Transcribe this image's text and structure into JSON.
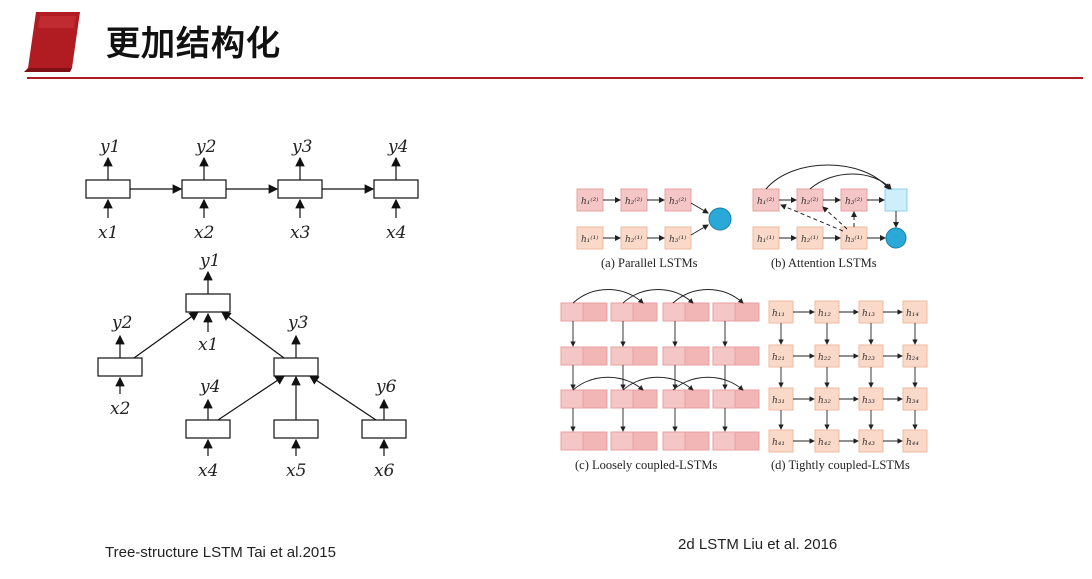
{
  "slide": {
    "title": "更加结构化",
    "caption_left": "Tree-structure LSTM Tai et al.2015",
    "caption_right": "2d LSTM Liu et al. 2016"
  },
  "tree_figure": {
    "chain": {
      "outputs": [
        "y1",
        "y2",
        "y3",
        "y4"
      ],
      "inputs": [
        "x1",
        "x2",
        "x3",
        "x4"
      ]
    },
    "tree": {
      "nodes": [
        {
          "id": "root",
          "y": "y1",
          "x": "x1"
        },
        {
          "id": "left",
          "y": "y2",
          "x": "x2"
        },
        {
          "id": "mid",
          "y": "y3",
          "x": ""
        },
        {
          "id": "leaf4",
          "y": "y4",
          "x": "x4"
        },
        {
          "id": "leaf5",
          "y": "",
          "x": "x5"
        },
        {
          "id": "leaf6",
          "y": "y6",
          "x": "x6"
        }
      ]
    }
  },
  "lstm_figure": {
    "subfigures": [
      {
        "id": "a",
        "caption": "(a) Parallel LSTMs"
      },
      {
        "id": "b",
        "caption": "(b) Attention LSTMs"
      },
      {
        "id": "c",
        "caption": "(c) Loosely coupled-LSTMs"
      },
      {
        "id": "d",
        "caption": "(d) Tightly coupled-LSTMs"
      }
    ],
    "colors": {
      "cell": "#f5c6c6",
      "cell_light": "#fbd9c8",
      "circle": "#2aa8d8",
      "attention_box": "#cdeefa",
      "accent": "#b01c22"
    }
  }
}
